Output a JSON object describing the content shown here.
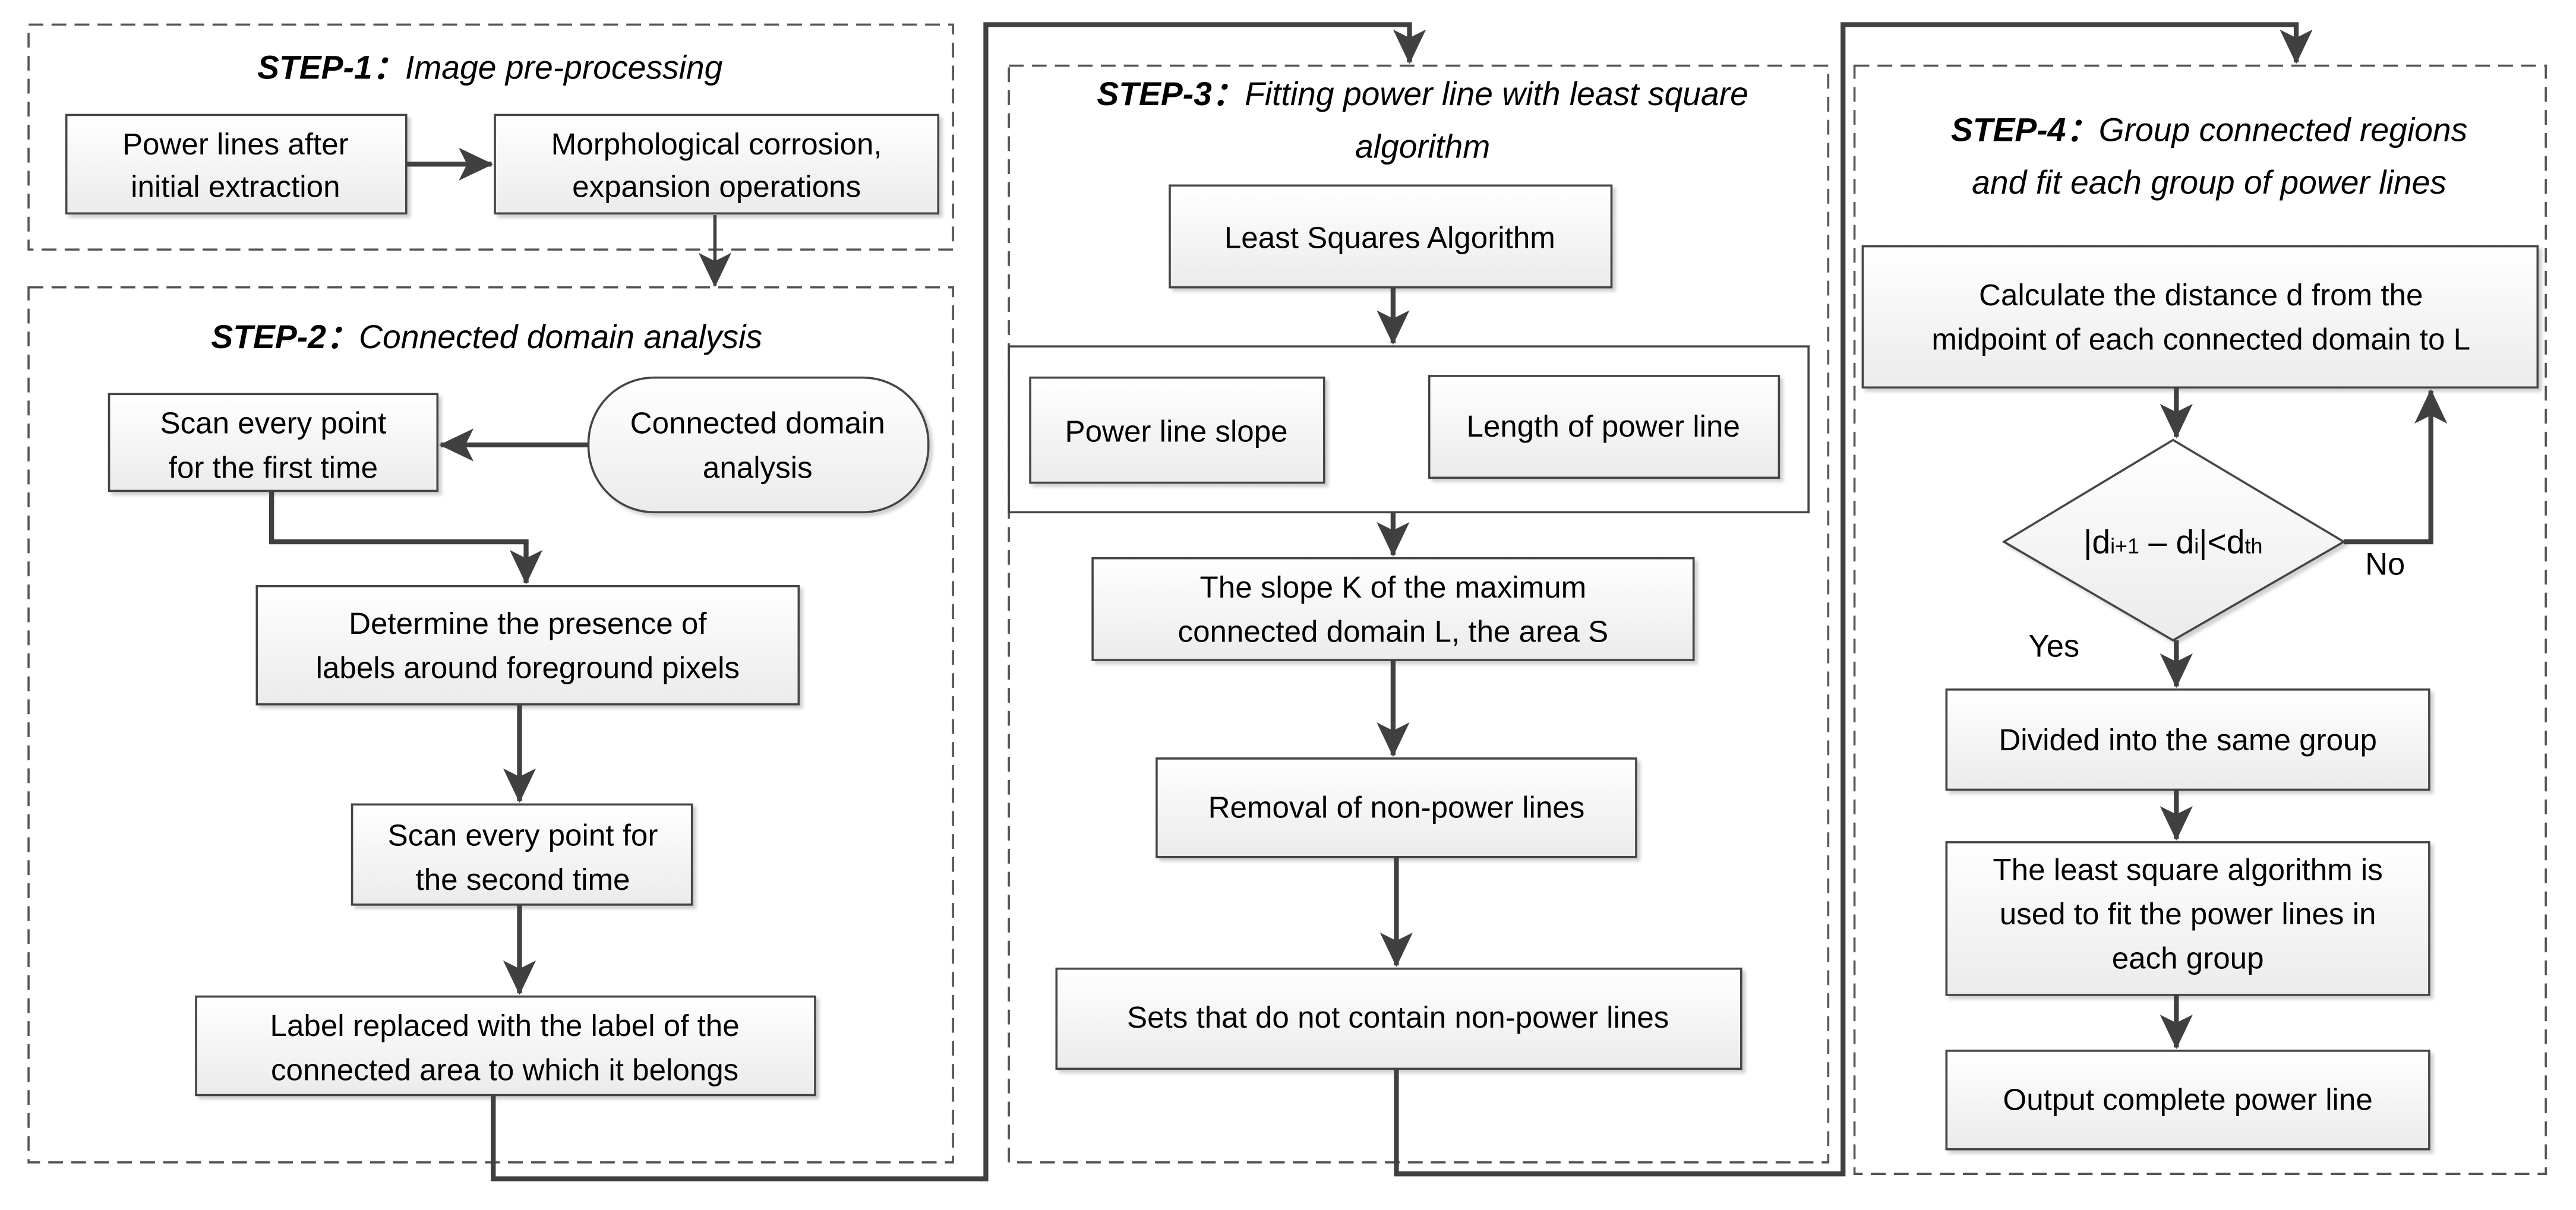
{
  "step1": {
    "step": "STEP-1：",
    "title": "Image pre-processing",
    "box_a": [
      "Power lines after",
      "initial extraction"
    ],
    "box_b": [
      "Morphological corrosion,",
      "expansion operations"
    ]
  },
  "step2": {
    "step": "STEP-2：",
    "title": "Connected domain analysis",
    "terminator": [
      "Connected domain",
      "analysis"
    ],
    "scan1": [
      "Scan every point",
      "for the first time"
    ],
    "determine": [
      "Determine the presence of",
      "labels around foreground pixels"
    ],
    "scan2": [
      "Scan every point for",
      "the second time"
    ],
    "replace": [
      "Label replaced with the label of the",
      "connected area to which it belongs"
    ]
  },
  "step3": {
    "step": "STEP-3：",
    "title": [
      "Fitting power line with least square",
      "algorithm"
    ],
    "least_squares": "Least Squares Algorithm",
    "slope": "Power line slope",
    "length": "Length of power line",
    "slope_k": [
      "The slope K of the maximum",
      "connected domain L, the area S"
    ],
    "removal": "Removal of non-power lines",
    "sets": "Sets that do not contain non-power lines"
  },
  "step4": {
    "step": "STEP-4：",
    "title": [
      "Group connected regions",
      "and fit each group of power lines"
    ],
    "calculate": [
      "Calculate the distance d from the",
      "midpoint of each connected domain to L"
    ],
    "condition": {
      "p1": "|d",
      "s1": "i+1",
      "p2": " – d",
      "s2": "i",
      "p3": "|<d",
      "s3": "th"
    },
    "no": "No",
    "yes": "Yes",
    "divided": "Divided into the same group",
    "fit": [
      "The least square algorithm is",
      "used to fit the power lines in",
      "each group"
    ],
    "output": "Output complete power line"
  },
  "colors": {
    "line": "#404040",
    "box_fill_top": "#ffffff",
    "box_fill_bottom": "#ececec"
  }
}
